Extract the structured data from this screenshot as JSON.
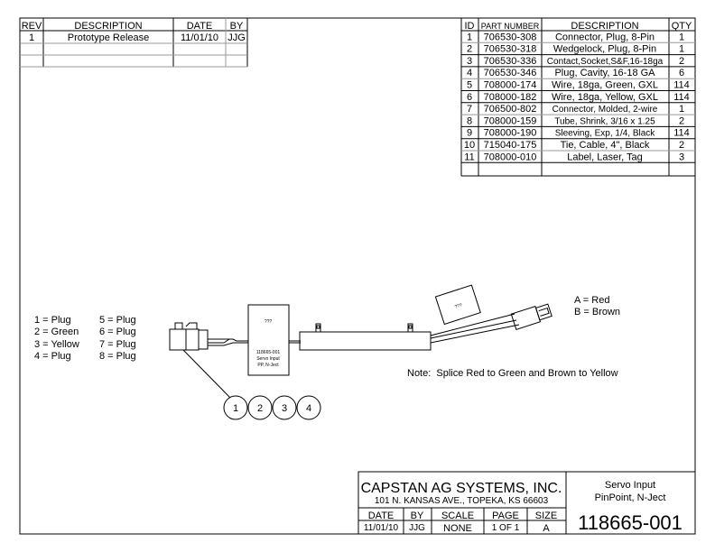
{
  "revisions": {
    "headers": [
      "REV",
      "DESCRIPTION",
      "DATE",
      "BY"
    ],
    "rows": [
      [
        "1",
        "Prototype Release",
        "11/01/10",
        "JJG"
      ]
    ]
  },
  "bom": {
    "headers": [
      "ID",
      "PART NUMBER",
      "DESCRIPTION",
      "QTY"
    ],
    "rows": [
      [
        "1",
        "706530-308",
        "Connector, Plug, 8-Pin",
        "1"
      ],
      [
        "2",
        "706530-318",
        "Wedgelock, Plug, 8-Pin",
        "1"
      ],
      [
        "3",
        "706530-336",
        "Contact,Socket,S&F,16-18ga",
        "2"
      ],
      [
        "4",
        "706530-346",
        "Plug, Cavity, 16-18 GA",
        "6"
      ],
      [
        "5",
        "708000-174",
        "Wire, 18ga, Green, GXL",
        "114"
      ],
      [
        "6",
        "708000-182",
        "Wire, 18ga, Yellow, GXL",
        "114"
      ],
      [
        "7",
        "706500-802",
        "Connector, Molded, 2-wire",
        "1"
      ],
      [
        "8",
        "708000-159",
        "Tube, Shrink, 3/16 x 1.25",
        "2"
      ],
      [
        "9",
        "708000-190",
        "Sleeving, Exp, 1/4, Black",
        "114"
      ],
      [
        "10",
        "715040-175",
        "Tie, Cable, 4\", Black",
        "2"
      ],
      [
        "11",
        "708000-010",
        "Label, Laser, Tag",
        "3"
      ]
    ]
  },
  "pinout": [
    "1 = Plug",
    "2 = Green",
    "3 = Yellow",
    "4 = Plug",
    "5 = Plug",
    "6 = Plug",
    "7 = Plug",
    "8 = Plug"
  ],
  "wire_colors": [
    "A = Red",
    "B = Brown"
  ],
  "note": "Note:  Splice Red to Green and Brown to Yellow",
  "label_tag": {
    "placeholder": "???",
    "line1": "118665-001",
    "line2": "Servo Input",
    "line3": "PP, N-Ject"
  },
  "balloons": [
    "1",
    "2",
    "3",
    "4"
  ],
  "title_block": {
    "company": "CAPSTAN AG SYSTEMS, INC.",
    "address": "101 N. KANSAS AVE., TOPEKA, KS 66603",
    "title1": "Servo Input",
    "title2": "PinPoint, N-Ject",
    "headers": [
      "DATE",
      "BY",
      "SCALE",
      "PAGE",
      "SIZE"
    ],
    "values": [
      "11/01/10",
      "JJG",
      "NONE",
      "1 OF 1",
      "A"
    ],
    "part_number": "118665-001"
  }
}
